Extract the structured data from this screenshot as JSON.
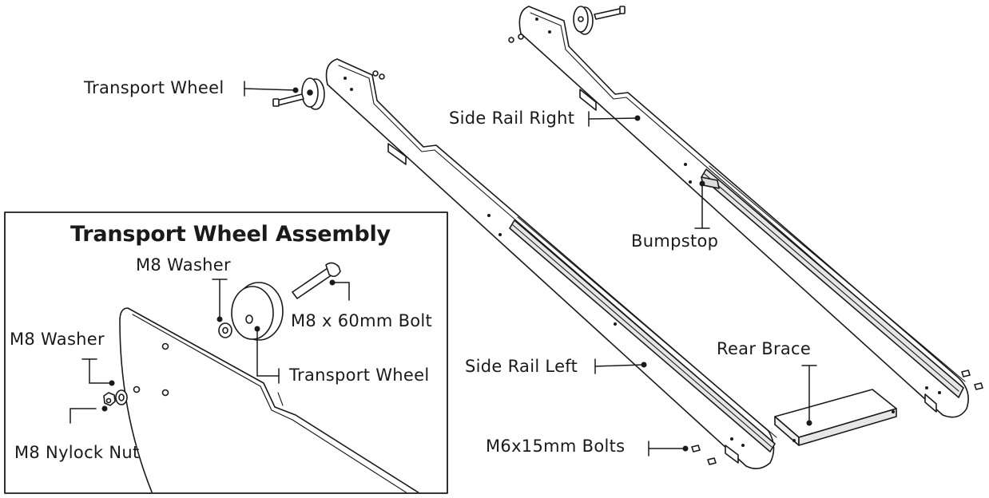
{
  "labels": {
    "transport_wheel": "Transport Wheel",
    "side_rail_right": "Side Rail Right",
    "bumpstop": "Bumpstop",
    "side_rail_left": "Side Rail Left",
    "rear_brace": "Rear Brace",
    "m6_bolts": "M6x15mm Bolts"
  },
  "inset": {
    "title": "Transport Wheel Assembly",
    "m8_washer_top": "M8 Washer",
    "m8_bolt": "M8 x 60mm Bolt",
    "m8_washer_left": "M8 Washer",
    "transport_wheel": "Transport Wheel",
    "m8_nylock_nut": "M8 Nylock Nut"
  },
  "colors": {
    "line": "#1a1a1a",
    "fill": "#ffffff"
  }
}
